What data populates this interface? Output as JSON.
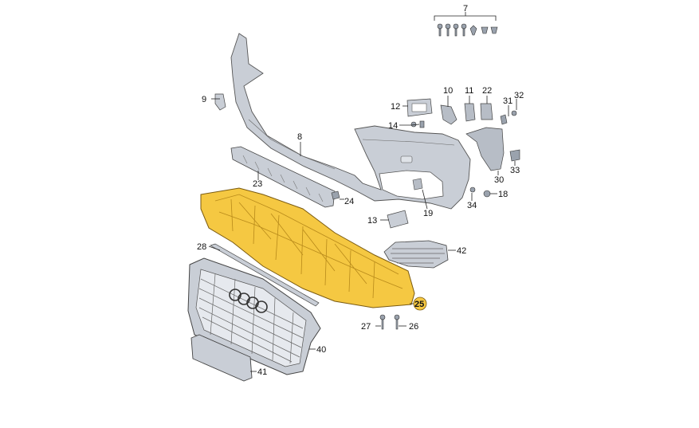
{
  "diagram": {
    "highlight_color": "#f5c842",
    "part_fill": "#c9ced6",
    "highlighted_part": "25",
    "parts": [
      {
        "id": "bumper-cover",
        "number": "8"
      },
      {
        "id": "fixing-set",
        "number": "7"
      },
      {
        "id": "clip-left",
        "number": "9"
      },
      {
        "id": "bracket-10",
        "number": "10"
      },
      {
        "id": "bracket-11",
        "number": "11"
      },
      {
        "id": "bracket-22",
        "number": "22"
      },
      {
        "id": "cover-12",
        "number": "12"
      },
      {
        "id": "screw-14",
        "number": "14"
      },
      {
        "id": "screw-31",
        "number": "31"
      },
      {
        "id": "clip-32",
        "number": "32"
      },
      {
        "id": "clip-33",
        "number": "33"
      },
      {
        "id": "side-bracket-30",
        "number": "30"
      },
      {
        "id": "nut-18",
        "number": "18"
      },
      {
        "id": "screw-34",
        "number": "34"
      },
      {
        "id": "lower-grille-23",
        "number": "23"
      },
      {
        "id": "clip-24",
        "number": "24"
      },
      {
        "id": "cap-13",
        "number": "13"
      },
      {
        "id": "sensor-19",
        "number": "19"
      },
      {
        "id": "side-grille-42",
        "number": "42"
      },
      {
        "id": "trim-28",
        "number": "28"
      },
      {
        "id": "deflector-25",
        "number": "25"
      },
      {
        "id": "screw-27",
        "number": "27"
      },
      {
        "id": "screw-26",
        "number": "26"
      },
      {
        "id": "main-grille-40",
        "number": "40"
      },
      {
        "id": "plate-41",
        "number": "41"
      }
    ]
  }
}
